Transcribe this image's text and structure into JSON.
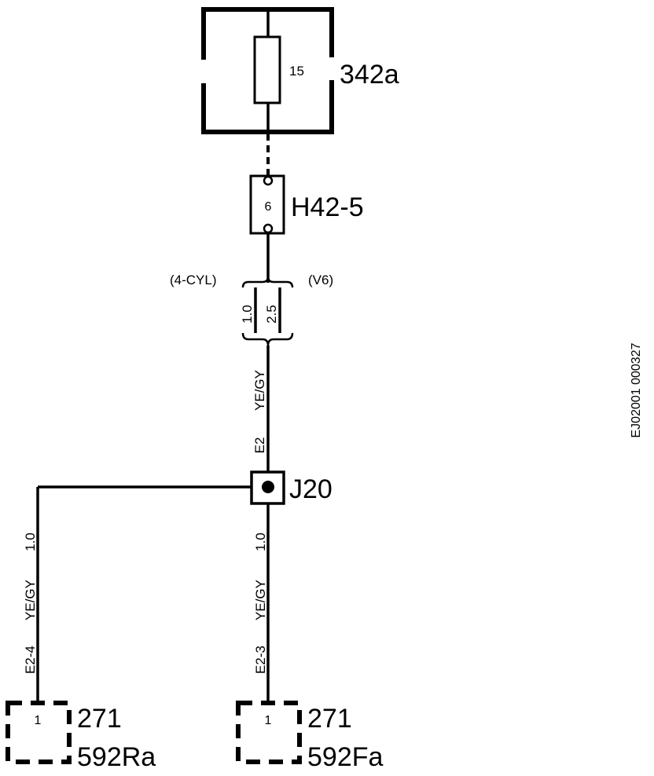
{
  "fuse_box": {
    "id": "342a",
    "fuse_number": "15"
  },
  "connector_h42": {
    "id": "H42-5",
    "pin": "6"
  },
  "variant_labels": {
    "left": "(4-CYL)",
    "right": "(V6)"
  },
  "wire_sizes": {
    "four_cyl": "1.0",
    "v6": "2.5"
  },
  "main_wire": {
    "color": "YE/GY",
    "harness": "E2"
  },
  "junction": {
    "id": "J20"
  },
  "left_branch": {
    "size": "1.0",
    "color": "YE/GY",
    "harness": "E2-4"
  },
  "right_branch": {
    "size": "1.0",
    "color": "YE/GY",
    "harness": "E2-3"
  },
  "left_connector": {
    "pin": "1",
    "id": "271",
    "sub_id": "592Ra"
  },
  "right_connector": {
    "pin": "1",
    "id": "271",
    "sub_id": "592Fa"
  },
  "drawing_id": "EJ02001 000327"
}
